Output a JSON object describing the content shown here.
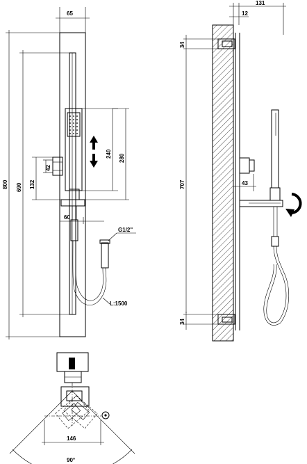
{
  "front_view": {
    "dim_width": "65",
    "dim_total_height": "800",
    "dim_bar_height": "690",
    "dim_slide_range": "240",
    "dim_outlet_range": "280",
    "dim_elbow_height": "132",
    "dim_elbow_size": "42",
    "dim_outlet_offset": "60",
    "hose_thread": "G1/2\"",
    "hose_length": "L:1500"
  },
  "side_view": {
    "dim_depth": "131",
    "dim_wall_offset": "12",
    "dim_top_bracket": "34",
    "dim_bracket_span": "707",
    "dim_elbow_projection": "43",
    "dim_bottom_bracket": "34"
  },
  "top_view": {
    "dim_holder_width": "146",
    "dim_rotation": "90°"
  }
}
